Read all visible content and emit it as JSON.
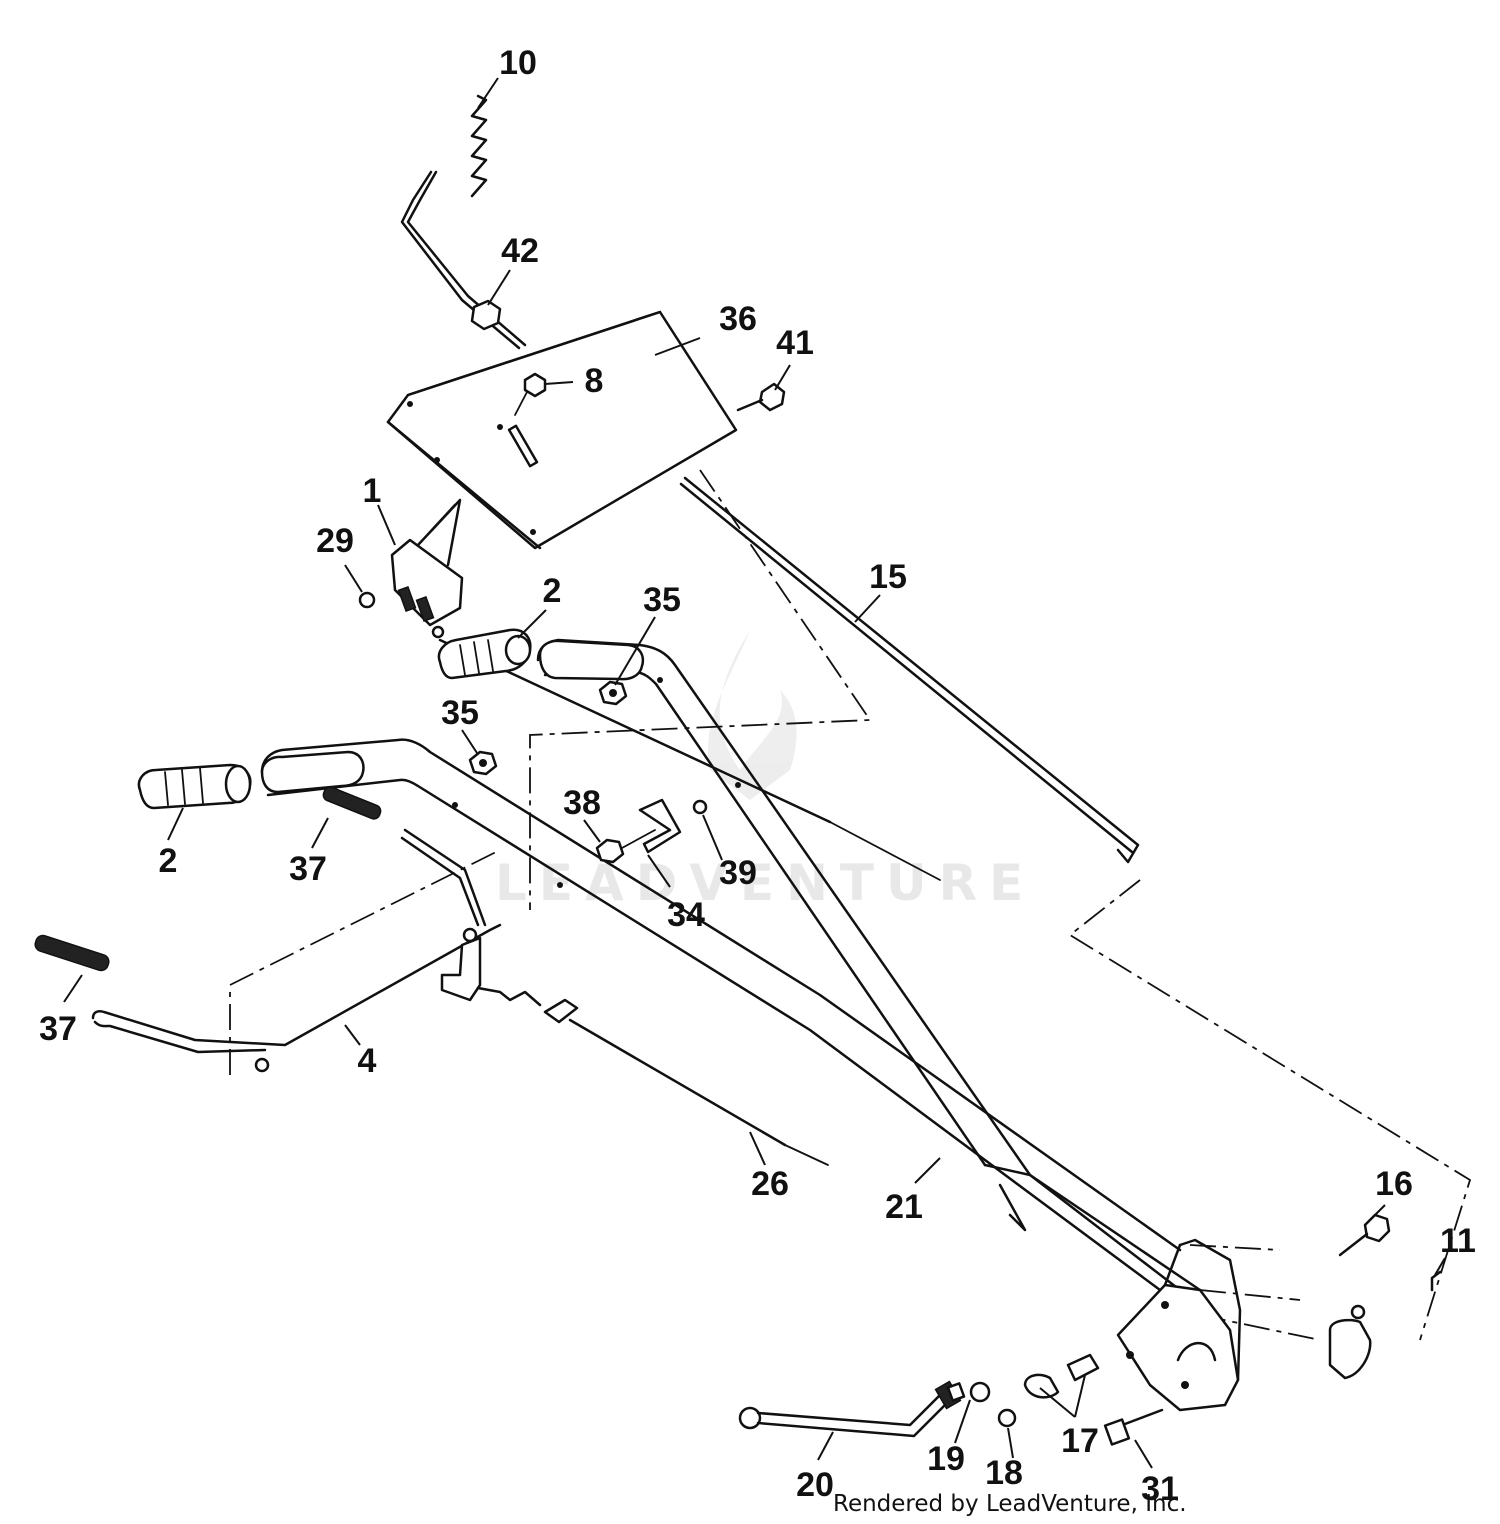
{
  "labels": {
    "p10": "10",
    "p42": "42",
    "p36": "36",
    "p41": "41",
    "p8": "8",
    "p1": "1",
    "p29": "29",
    "p15": "15",
    "p2a": "2",
    "p35a": "35",
    "p35b": "35",
    "p2b": "2",
    "p37a": "37",
    "p38": "38",
    "p39": "39",
    "p34": "34",
    "p37b": "37",
    "p4": "4",
    "p26": "26",
    "p21": "21",
    "p16": "16",
    "p11": "11",
    "p17": "17",
    "p19": "19",
    "p18": "18",
    "p31": "31",
    "p20": "20"
  },
  "footer": "Rendered by LeadVenture, Inc.",
  "watermark": "LEADVENTURE"
}
